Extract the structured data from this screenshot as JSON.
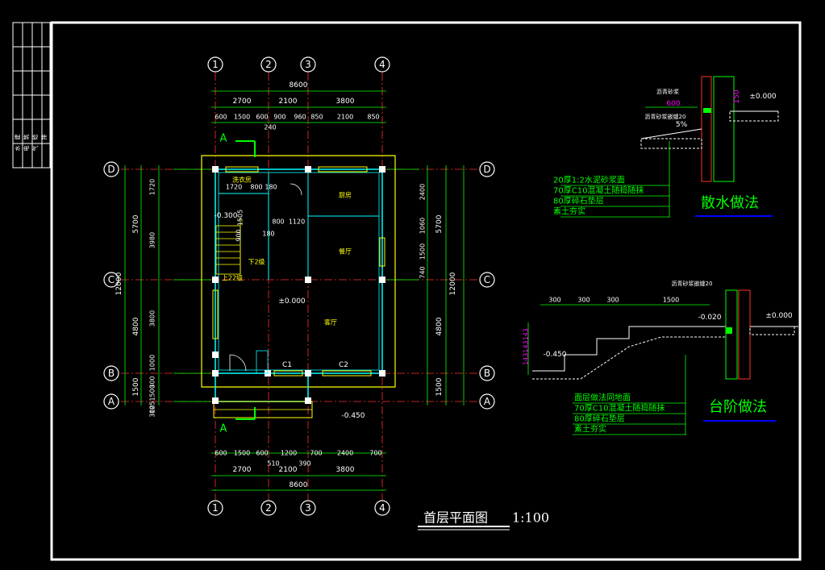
{
  "title_block": {
    "cells": [
      "建",
      "筑",
      "给",
      "排",
      "水",
      "电",
      "气"
    ]
  },
  "grid_top": [
    "1",
    "2",
    "3",
    "4"
  ],
  "grid_bottom": [
    "1",
    "2",
    "3",
    "4"
  ],
  "grid_left": [
    "D",
    "C",
    "B",
    "A"
  ],
  "grid_right": [
    "D",
    "C",
    "B",
    "A"
  ],
  "dims_top": {
    "total": "8600",
    "row2": [
      "2700",
      "2100",
      "3800"
    ],
    "row3": [
      "600",
      "1500",
      "600",
      "900",
      "960",
      "850",
      "2100",
      "850"
    ],
    "extra": "240"
  },
  "dims_bottom": {
    "row1": [
      "600",
      "1500",
      "600",
      "1200",
      "700",
      "2400",
      "700"
    ],
    "sub": [
      "510",
      "390"
    ],
    "row2": [
      "2700",
      "2100",
      "3800"
    ],
    "total": "8600"
  },
  "dims_left": {
    "outer": "12000",
    "mid": [
      "5700",
      "4800",
      "1500"
    ],
    "inner": [
      "1720",
      "3980",
      "3800",
      "1000",
      "300",
      "1251500",
      "300"
    ]
  },
  "dims_right": {
    "outer": "12000",
    "mid": [
      "5700",
      "4800",
      "1500"
    ],
    "inner": [
      "2400",
      "1060",
      "1500",
      "740"
    ]
  },
  "plan_labels": {
    "section_a": "A",
    "laundry": "洗衣房",
    "kitchen": "厨房",
    "dining": "餐厅",
    "living": "客厅",
    "stair_up": "上22级",
    "stair_down": "下2级",
    "level_neg300": "-0.300",
    "level_000": "±0.000",
    "level_neg450": "-0.450",
    "c1": "C1",
    "c2": "C2",
    "room_dims": [
      "1720",
      "800",
      "180",
      "800",
      "1120",
      "180",
      "900",
      "1505"
    ]
  },
  "sanshui": {
    "title": "散水做法",
    "layers": [
      "20厚1:2水泥砂浆面",
      "70厚C10混凝土随捣随抹",
      "80厚碎石垫层",
      "素土夯实"
    ],
    "dims": [
      "600",
      "150",
      "5%"
    ],
    "notes": [
      "沥青砂浆",
      "沥青砂浆嵌缝20"
    ],
    "level": "±0.000"
  },
  "taijie": {
    "title": "台阶做法",
    "layers": [
      "面层做法同地面",
      "70厚C10混凝土随捣随抹",
      "80厚碎石垫层",
      "素土夯实"
    ],
    "dims": [
      "300",
      "300",
      "300",
      "1500"
    ],
    "heights": "143143143",
    "note": "沥青砂浆嵌缝20",
    "levels": [
      "-0.020",
      "±0.000",
      "-0.450"
    ]
  },
  "drawing_title": {
    "name": "首层平面图",
    "scale": "1:100"
  }
}
